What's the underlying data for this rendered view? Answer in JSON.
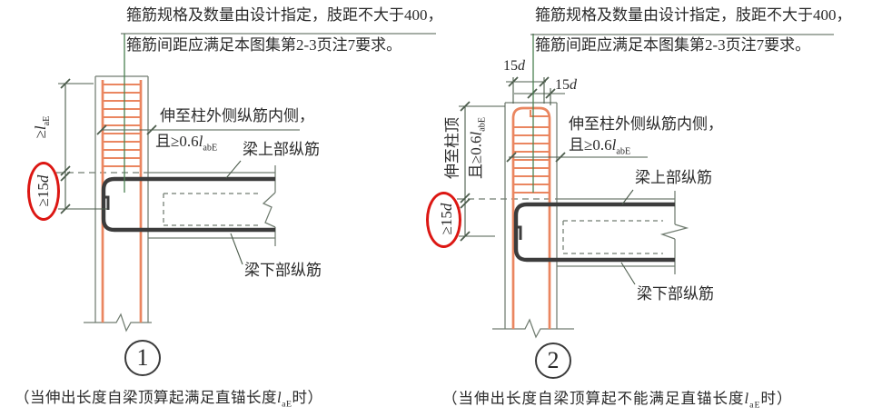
{
  "colors": {
    "orange": "#ea8660",
    "bar": "#3c3c3c",
    "line": "#707c70",
    "dim": "#4c5c4c",
    "green": "#4a8152",
    "red": "#dc1713",
    "text": "#2a2a2a"
  },
  "note": {
    "line1": "箍筋规格及数量由设计指定，肢距不大于400，",
    "line2": "箍筋间距应满足本图集第2-3页注7要求。"
  },
  "anchor_label": {
    "line1": "伸至柱外侧纵筋内侧，",
    "line2_pre": "且≥0.6",
    "var": "l",
    "sub": "abE"
  },
  "beam_labels": {
    "top": "梁上部纵筋",
    "bottom": "梁下部纵筋"
  },
  "dim_laE": {
    "pre": "≥",
    "var": "l",
    "sub": "aE"
  },
  "dim_15d": {
    "pre": "≥15",
    "var": "d"
  },
  "dim_col_top": {
    "line1": "伸至柱顶",
    "line2_pre": "且≥0.6",
    "var": "l",
    "sub": "abE"
  },
  "dim_hook": {
    "num": "15",
    "var": "d"
  },
  "diagram1": {
    "number": "1",
    "caption_pre": "（当伸出长度自梁顶算起满足直锚长度",
    "caption_var": "l",
    "caption_sub": "aE",
    "caption_post": "时）"
  },
  "diagram2": {
    "number": "2",
    "caption_pre": "（当伸出长度自梁顶算起不能满足直锚长度",
    "caption_var": "l",
    "caption_sub": "aE",
    "caption_post": "时）"
  }
}
